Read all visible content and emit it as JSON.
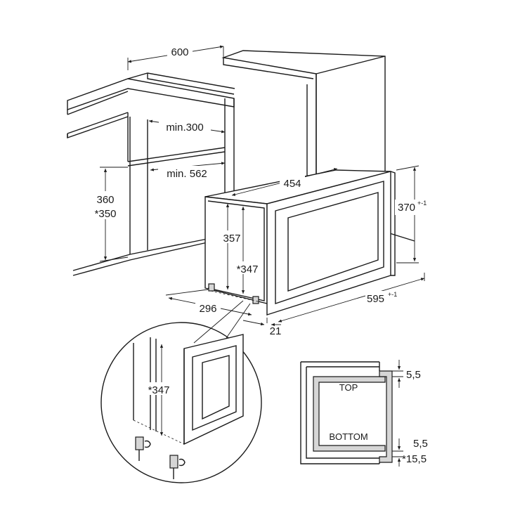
{
  "dimensions": {
    "cabinet_width": "600",
    "min_depth_top": "min.300",
    "min_depth_niche": "min. 562",
    "niche_height": "360",
    "niche_height_alt": "*350",
    "appliance_width_top": "454",
    "appliance_height": "357",
    "appliance_height_alt": "*347",
    "front_height": "370",
    "front_height_tol": "+-1",
    "front_width": "595",
    "front_width_tol": "+-1",
    "depth_296": "296",
    "depth_21": "21"
  },
  "detail": {
    "height_label": "*347"
  },
  "side_view": {
    "top_label": "TOP",
    "bottom_label": "BOTTOM",
    "gap_top": "5,5",
    "gap_bottom": "5,5",
    "gap_bottom_alt": "*15,5"
  }
}
